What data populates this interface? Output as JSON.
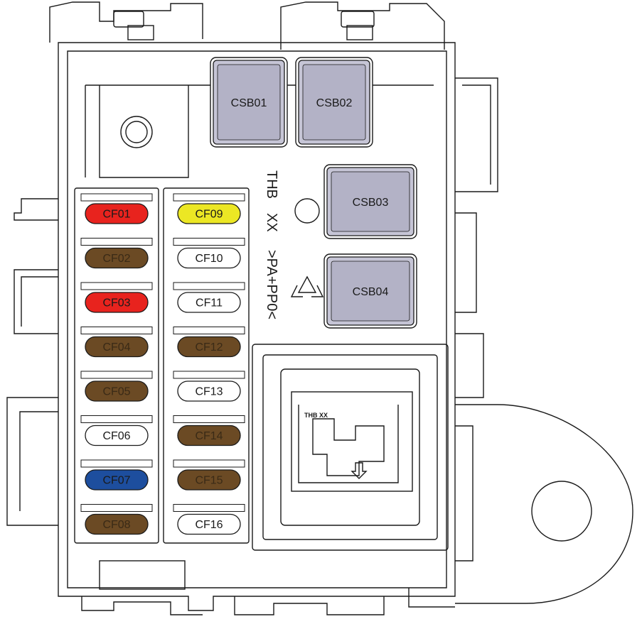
{
  "mini_fuses": [
    {
      "id": "CF01",
      "color": "#e8231e"
    },
    {
      "id": "CF02",
      "color": "#6b4a24"
    },
    {
      "id": "CF03",
      "color": "#e8231e"
    },
    {
      "id": "CF04",
      "color": "#6b4a24"
    },
    {
      "id": "CF05",
      "color": "#6b4a24"
    },
    {
      "id": "CF06",
      "color": "#ffffff"
    },
    {
      "id": "CF07",
      "color": "#1d4e9e"
    },
    {
      "id": "CF08",
      "color": "#6b4a24"
    },
    {
      "id": "CF09",
      "color": "#ece724"
    },
    {
      "id": "CF10",
      "color": "#ffffff"
    },
    {
      "id": "CF11",
      "color": "#ffffff"
    },
    {
      "id": "CF12",
      "color": "#6b4a24"
    },
    {
      "id": "CF13",
      "color": "#ffffff"
    },
    {
      "id": "CF14",
      "color": "#6b4a24"
    },
    {
      "id": "CF15",
      "color": "#6b4a24"
    },
    {
      "id": "CF16",
      "color": "#ffffff"
    }
  ],
  "cartridge_fuses": [
    {
      "id": "CSB01",
      "color": "#c6c5d6"
    },
    {
      "id": "CSB02",
      "color": "#c6c5d6"
    },
    {
      "id": "CSB03",
      "color": "#c6c5d6"
    },
    {
      "id": "CSB04",
      "color": "#c6c5d6"
    }
  ],
  "molding_marks": {
    "maker": "THB",
    "code": "XX",
    "material": ">PA+PP0<",
    "connector_mark": "THB XX"
  },
  "colors": {
    "line": "#1a1a1a",
    "fuse_text_on_dark": "#3a2a16",
    "cartridge_inner": "#b3b2c6"
  }
}
